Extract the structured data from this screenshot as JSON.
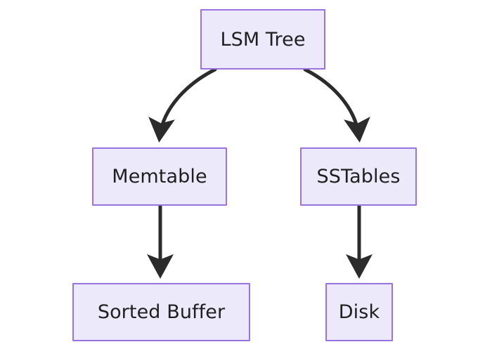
{
  "diagram": {
    "title": "LSM Tree",
    "type": "flowchart",
    "direction": "top-down",
    "background_color": "#ffffff",
    "node_fill_color": "#ece9fb",
    "node_border_color": "#9a73e3",
    "node_text_color": "#1f1f1f",
    "edge_color": "#2b2b2b",
    "nodes": [
      {
        "id": "lsm-tree",
        "label": "LSM Tree"
      },
      {
        "id": "memtable",
        "label": "Memtable"
      },
      {
        "id": "sstables",
        "label": "SSTables"
      },
      {
        "id": "sorted-buffer",
        "label": "Sorted Buffer"
      },
      {
        "id": "disk",
        "label": "Disk"
      }
    ],
    "edges": [
      {
        "from": "LSM Tree",
        "to": "Memtable",
        "style": "curved",
        "arrow": "arrowhead"
      },
      {
        "from": "LSM Tree",
        "to": "SSTables",
        "style": "curved",
        "arrow": "arrowhead"
      },
      {
        "from": "Memtable",
        "to": "Sorted Buffer",
        "style": "straight",
        "arrow": "arrowhead"
      },
      {
        "from": "SSTables",
        "to": "Disk",
        "style": "straight",
        "arrow": "arrowhead"
      }
    ]
  }
}
